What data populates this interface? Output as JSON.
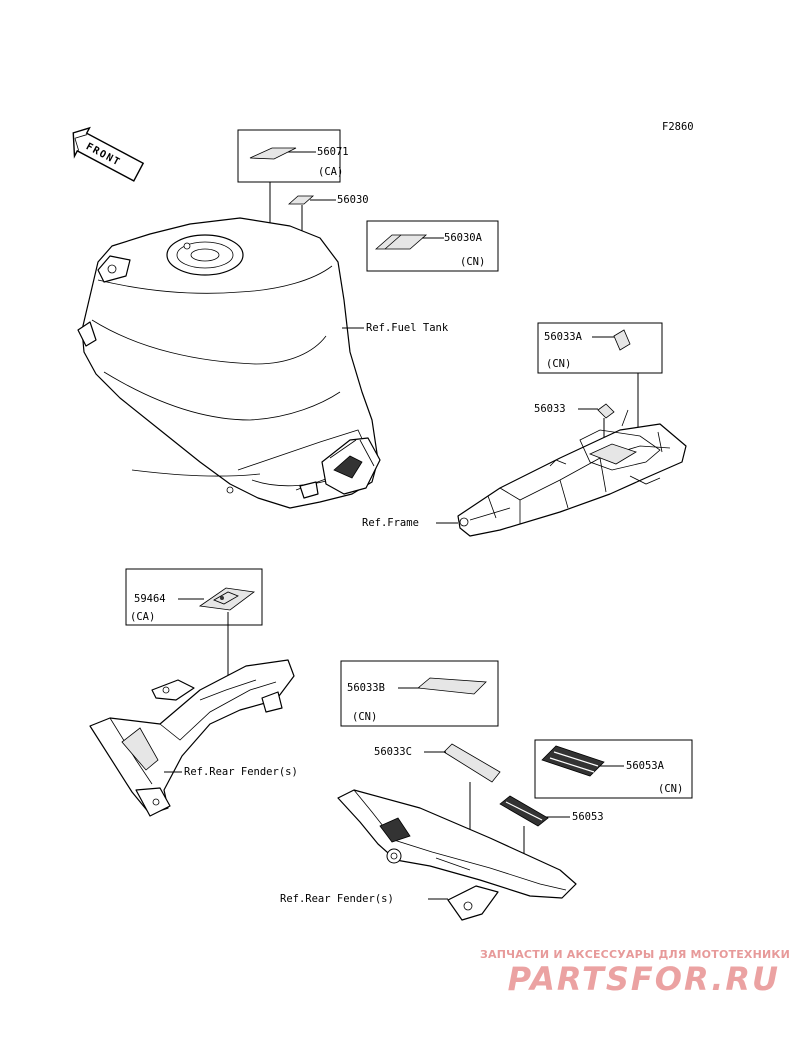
{
  "figure_code": "F2860",
  "direction_arrow": {
    "text": "FRONT",
    "icon": "front-arrow-icon"
  },
  "fuel_tank": {
    "ref_label": "Ref.Fuel Tank",
    "labels": {
      "part_56071": "56071",
      "part_56071_region": "(CA)",
      "part_56030": "56030",
      "part_56030a": "56030A",
      "part_56030a_region": "(CN)"
    }
  },
  "frame": {
    "ref_label": "Ref.Frame",
    "labels": {
      "part_56033a": "56033A",
      "part_56033a_region": "(CN)",
      "part_56033": "56033"
    }
  },
  "rear_fender_left": {
    "ref_label": "Ref.Rear Fender(s)",
    "labels": {
      "part_59464": "59464",
      "part_59464_region": "(CA)"
    }
  },
  "rear_fender_right": {
    "ref_label": "Ref.Rear Fender(s)",
    "labels": {
      "part_56033b": "56033B",
      "part_56033b_region": "(CN)",
      "part_56033c": "56033C",
      "part_56053a": "56053A",
      "part_56053a_region": "(CN)",
      "part_56053": "56053"
    }
  },
  "watermark": {
    "tagline": "ЗАПЧАСТИ И АКСЕССУАРЫ ДЛЯ МОТОТЕХНИКИ",
    "logo_text": "PARTSFOR.RU",
    "color": "#e79a9a"
  }
}
